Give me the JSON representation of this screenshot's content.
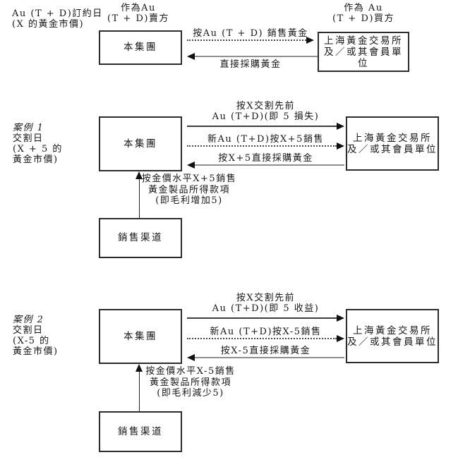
{
  "top": {
    "side_label_line1": "Au (T + D)訂約日",
    "side_label_line2": "(X 的黃金市價)",
    "seller_header_line1": "作為Au",
    "seller_header_line2": "(T + D)賣方",
    "buyer_header_line1": "作為 Au",
    "buyer_header_line2": "(T + D)買方",
    "group_box_label": "本集團",
    "sge_box_line1": "上海黃金交易所",
    "sge_box_line2": "及／或其會員單位",
    "arrow_sell_label": "按Au (T + D) 銷售黃金",
    "arrow_procure_label": "直接採購黃金"
  },
  "case1": {
    "side_label_line1": "案例 1",
    "side_label_line2": "交割日",
    "side_label_line3": "(X + 5 的",
    "side_label_line4": "黃金市價)",
    "group_box_label": "本集團",
    "sge_box_line1": "上海黃金交易所",
    "sge_box_line2": "及／或其會員單位",
    "arrow_prior_line1": "按X交割先前",
    "arrow_prior_line2": "Au (T+D)(即 5 損失)",
    "arrow_new_label": "新Au (T+D)按X+5銷售",
    "arrow_procure_label": "按X+5直接採購黃金",
    "proceeds_line1": "按金價水平X+5銷售",
    "proceeds_line2": "黃金製品所得款項",
    "proceeds_line3": "(即毛利增加5)",
    "sales_box_label": "銷售渠道"
  },
  "case2": {
    "side_label_line1": "案例 2",
    "side_label_line2": "交割日",
    "side_label_line3": "(X-5 的",
    "side_label_line4": "黃金市價)",
    "group_box_label": "本集團",
    "sge_box_line1": "上海黃金交易所",
    "sge_box_line2": "及／或其會員單位",
    "arrow_prior_line1": "按X交割先前",
    "arrow_prior_line2": "Au (T+D)(即 5 收益)",
    "arrow_new_label": "新Au (T+D)按X-5銷售",
    "arrow_procure_label": "按X-5直接採購黃金",
    "proceeds_line1": "按金價水平X-5銷售",
    "proceeds_line2": "黃金製品所得款項",
    "proceeds_line3": "(即毛利減少5)",
    "sales_box_label": "銷售渠道"
  },
  "colors": {
    "line_dark": "#3d3d3d",
    "line_gray": "#8f8f8f",
    "text": "#161616",
    "background": "#ffffff"
  }
}
